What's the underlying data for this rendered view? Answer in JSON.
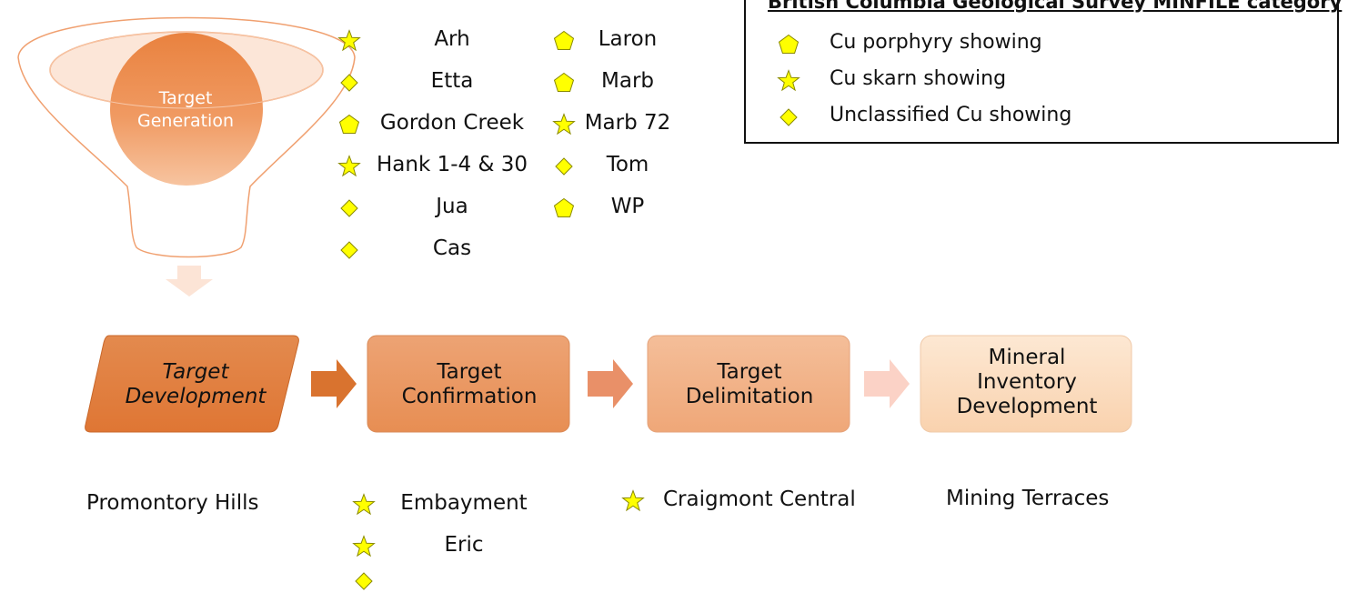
{
  "legend": {
    "title": "British Columbia Geological Survey MINFILE category",
    "items": [
      {
        "symbol": "pentagon",
        "label": "Cu porphyry showing"
      },
      {
        "symbol": "star",
        "label": "Cu skarn showing"
      },
      {
        "symbol": "diamond",
        "label": "Unclassified Cu showing"
      }
    ]
  },
  "funnel": {
    "label": "Target Generation"
  },
  "generation_targets": [
    {
      "symbol": "star",
      "name": "Arh"
    },
    {
      "symbol": "diamond",
      "name": "Etta"
    },
    {
      "symbol": "pentagon",
      "name": "Gordon Creek"
    },
    {
      "symbol": "star",
      "name": "Hank 1-4 & 30"
    },
    {
      "symbol": "diamond",
      "name": "Jua"
    },
    {
      "symbol": "diamond",
      "name": "Cas"
    },
    {
      "symbol": "pentagon",
      "name": "Laron"
    },
    {
      "symbol": "pentagon",
      "name": "Marb"
    },
    {
      "symbol": "star",
      "name": "Marb 72"
    },
    {
      "symbol": "diamond",
      "name": "Tom"
    },
    {
      "symbol": "pentagon",
      "name": "WP"
    }
  ],
  "stages": [
    {
      "label": "Target Development",
      "italic": true,
      "fill": "#E07B39"
    },
    {
      "label": "Target Confirmation",
      "italic": false,
      "fill": "#E89559"
    },
    {
      "label": "Target Delimitation",
      "italic": false,
      "fill": "#F0AF84"
    },
    {
      "label": "Mineral Inventory Development",
      "italic": false,
      "fill": "#FBDDBF"
    }
  ],
  "stage_properties": {
    "development": [
      {
        "symbol": "",
        "name": "Promontory Hills"
      }
    ],
    "confirmation": [
      {
        "symbol": "star",
        "name": "Embayment"
      },
      {
        "symbol": "star",
        "name": "Eric"
      }
    ],
    "delimitation": [
      {
        "symbol": "star",
        "name": "Craigmont Central"
      }
    ],
    "inventory": [
      {
        "symbol": "",
        "name": "Mining Terraces"
      }
    ]
  },
  "colors": {
    "symbol_fill": "#FFFF00",
    "symbol_stroke": "#8A8A00",
    "funnel_outline": "#F0A070",
    "circle": "#E9823F"
  }
}
